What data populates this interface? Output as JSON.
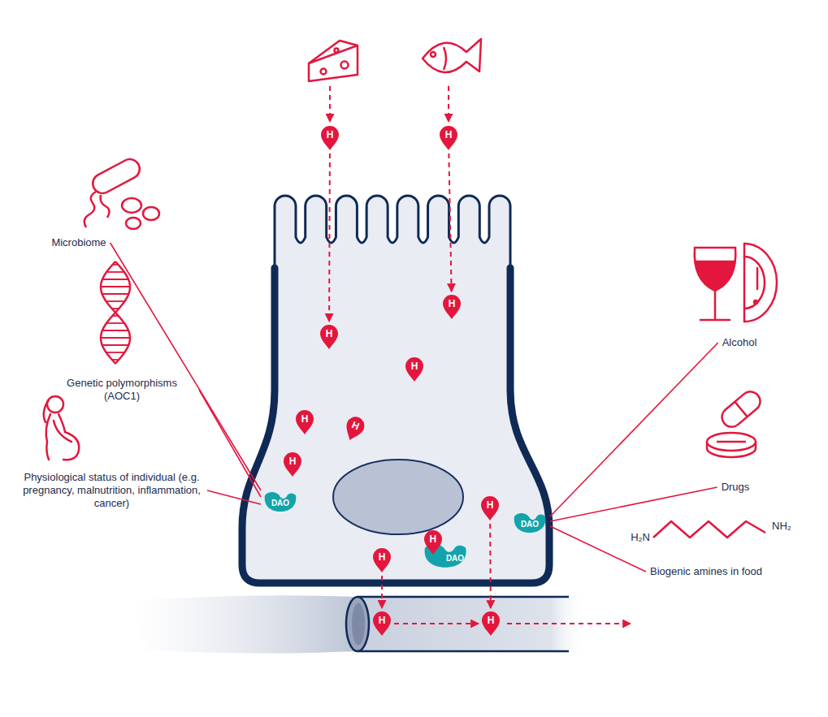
{
  "diagram": {
    "nodes": [
      {
        "text": [
          "H"
        ]
      },
      {
        "text": [
          "H"
        ]
      },
      {
        "text": [
          "H"
        ]
      },
      {
        "text": [
          "H"
        ]
      },
      {
        "text": [
          "H"
        ]
      },
      {
        "text": [
          "H"
        ]
      },
      {
        "text": [
          "H"
        ]
      },
      {
        "text": [
          "H"
        ]
      },
      {
        "text": [
          "H"
        ]
      },
      {
        "text": [
          "H"
        ]
      },
      {
        "text": [
          "DAO"
        ]
      },
      {
        "text": [
          "DAO"
        ]
      },
      {
        "text": [
          "H"
        ],
        "in": 11
      },
      {
        "text": [
          "DAO"
        ]
      },
      {
        "text": [
          "H"
        ]
      },
      {
        "text": [
          "H"
        ]
      }
    ],
    "edges": [
      {
        "from": 0,
        "to": 2,
        "arrow": "to"
      },
      {
        "from": 1,
        "to": 3,
        "arrow": "to"
      },
      {
        "from": 9,
        "to": 14,
        "arrow": "to"
      },
      {
        "from": 8,
        "to": 15,
        "arrow": "to"
      },
      {
        "from": 14,
        "to": 15,
        "arrow": "to"
      }
    ],
    "labels": [
      "Microbiome",
      "Genetic polymorphisms (AOC1)",
      "Physiological status of individual (e.g. pregnancy, malnutrition, inflammation, cancer)",
      "Alcohol",
      "Drugs",
      "H₂N",
      "NH₂",
      "Biogenic amines in food"
    ]
  }
}
